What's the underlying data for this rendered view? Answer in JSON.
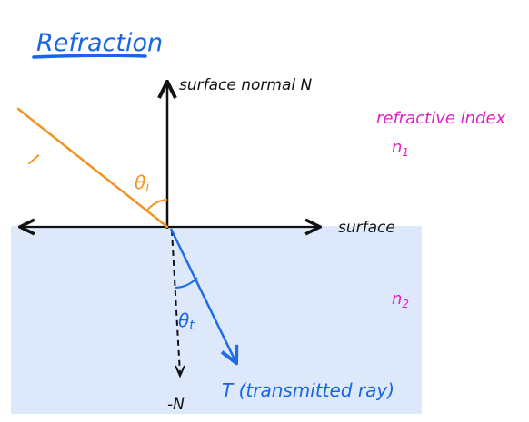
{
  "diagram": {
    "title": "Refraction",
    "labels": {
      "normal": "surface normal N",
      "surface": "surface",
      "refractive_index": "refractive index",
      "n1": "n",
      "n1_sub": "1",
      "n2": "n",
      "n2_sub": "2",
      "incident": "I",
      "theta_i": "θ",
      "theta_i_sub": "i",
      "theta_t": "θ",
      "theta_t_sub": "t",
      "transmitted": "T  (transmitted ray)",
      "neg_normal": "-N"
    },
    "colors": {
      "medium2_fill": "#dde9fa",
      "ink": "#111111",
      "title": "#1565e8",
      "incident_ray": "#f5921f",
      "transmitted_ray": "#1f6de6",
      "index_labels": "#e01ec8"
    }
  }
}
